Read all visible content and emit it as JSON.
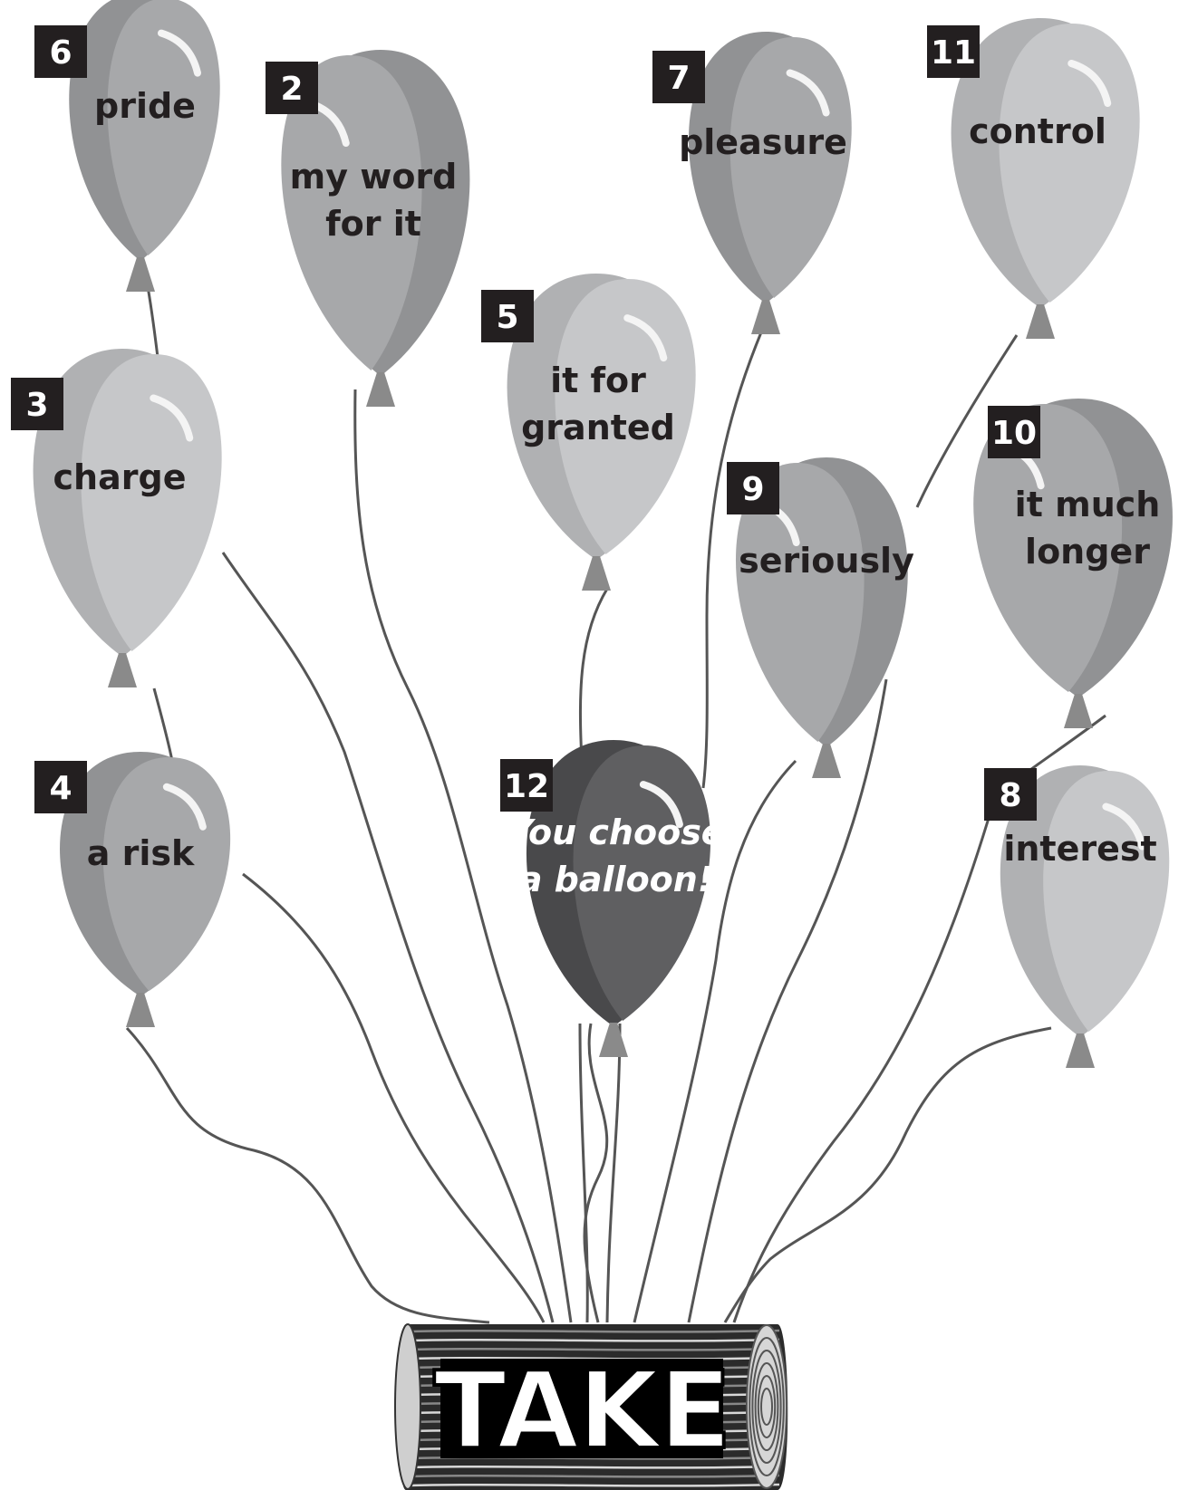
{
  "base_label": "TAKE",
  "balloons": [
    {
      "number": "6",
      "lines": [
        "pride"
      ]
    },
    {
      "number": "2",
      "lines": [
        "my word",
        "for it"
      ]
    },
    {
      "number": "7",
      "lines": [
        "pleasure"
      ]
    },
    {
      "number": "11",
      "lines": [
        "control"
      ]
    },
    {
      "number": "5",
      "lines": [
        "it for",
        "granted"
      ]
    },
    {
      "number": "3",
      "lines": [
        "charge"
      ]
    },
    {
      "number": "10",
      "lines": [
        "it much",
        "longer"
      ]
    },
    {
      "number": "9",
      "lines": [
        "seriously"
      ]
    },
    {
      "number": "4",
      "lines": [
        "a risk"
      ]
    },
    {
      "number": "12",
      "lines": [
        "You choose",
        "a balloon!"
      ]
    },
    {
      "number": "8",
      "lines": [
        "interest"
      ]
    }
  ],
  "colors": {
    "background": "#ffffff",
    "balloon_dark": "#5f5f61",
    "balloon_mid": "#a7a8aa",
    "balloon_light": "#c6c7c9",
    "badge": "#231f20",
    "string": "#555555"
  }
}
